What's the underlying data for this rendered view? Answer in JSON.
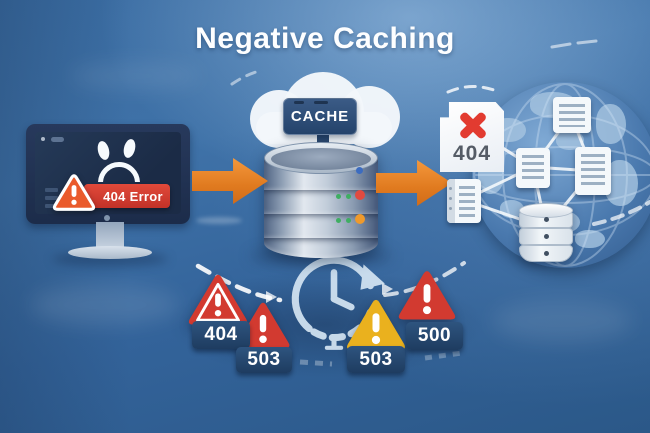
{
  "title": "Negative Caching",
  "monitor": {
    "error_banner": "404 Error"
  },
  "cache": {
    "sign_label": "CACHE"
  },
  "network": {
    "error_document_code": "404"
  },
  "badges": [
    {
      "code": "404",
      "severity": "red"
    },
    {
      "code": "503",
      "severity": "red"
    },
    {
      "code": "503",
      "severity": "amber"
    },
    {
      "code": "500",
      "severity": "red"
    }
  ],
  "colors": {
    "background_top": "#6d9ac8",
    "background_bottom": "#2b5888",
    "arrow_orange": "#e8822d",
    "error_red": "#d43a30",
    "warning_amber": "#eab11e",
    "badge_navy": "#264a73",
    "cache_sign_navy": "#2c4a72",
    "title_white": "#ffffff"
  },
  "icons": {
    "sad_face": "☹",
    "warning_triangle": "⚠",
    "red_x": "✖",
    "clock_history": "⟲",
    "cloud": "☁",
    "database": "⛁",
    "arrow_right": "➔"
  }
}
